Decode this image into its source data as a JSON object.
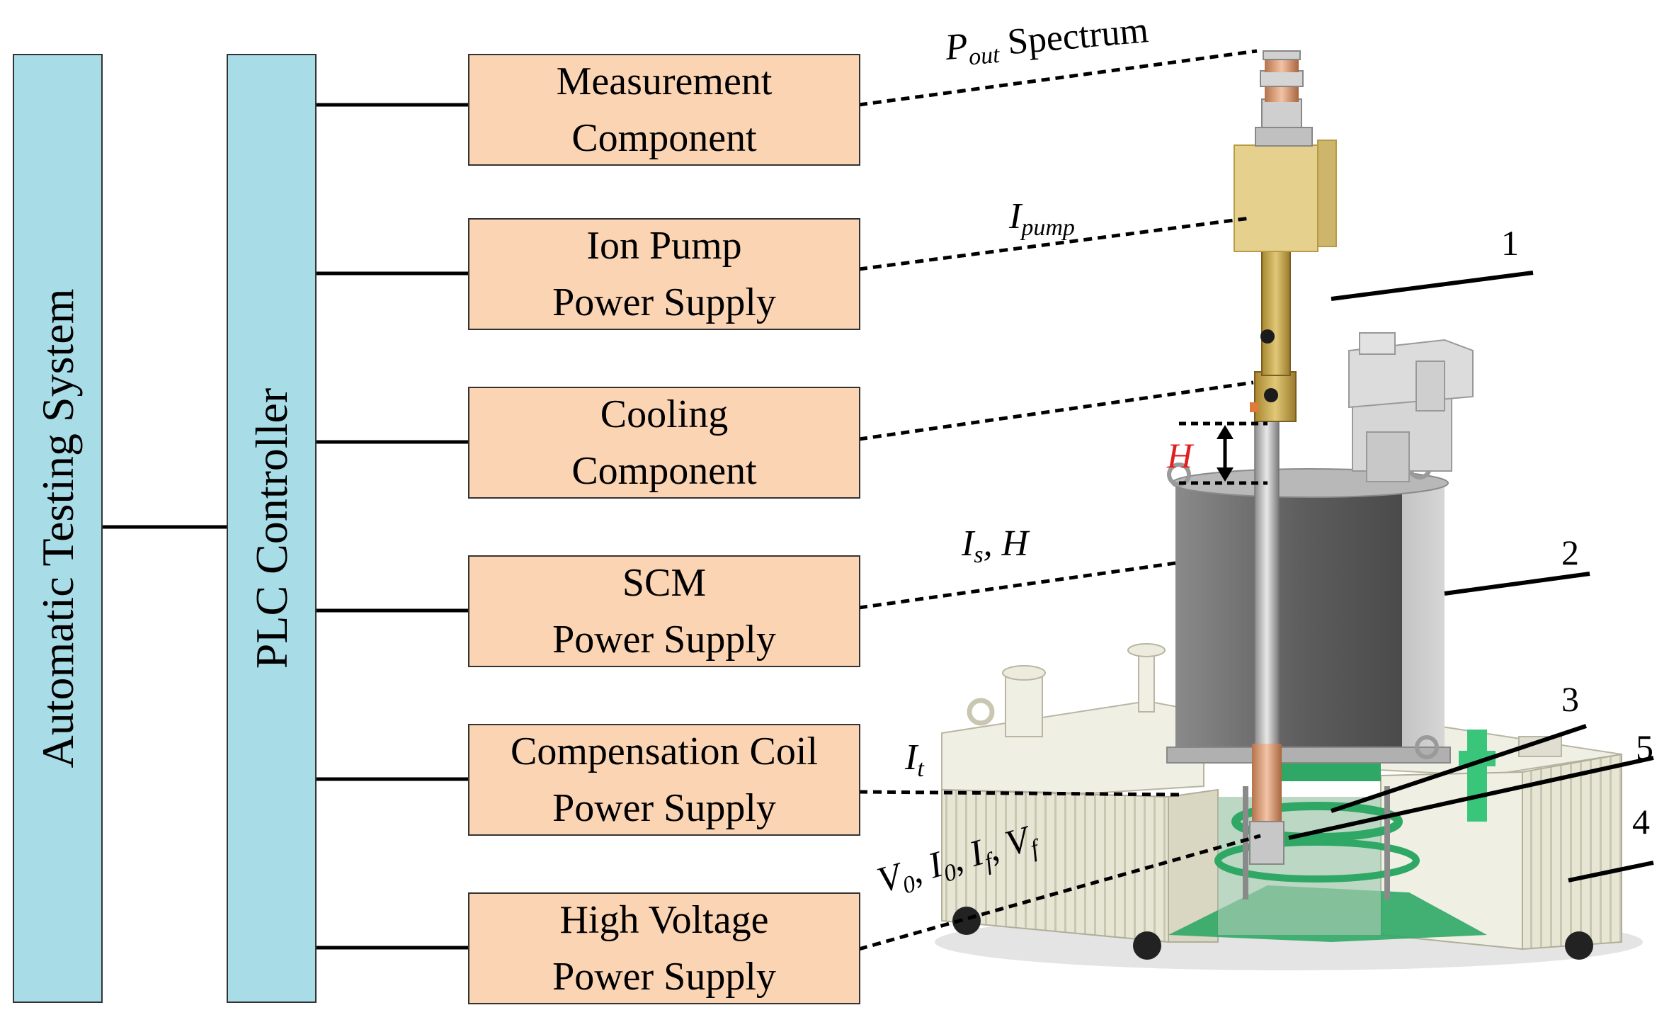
{
  "system_label": "Automatic Testing System",
  "controller_label": "PLC Controller",
  "components": [
    {
      "line1": "Measurement",
      "line2": "Component"
    },
    {
      "line1": "Ion Pump",
      "line2": "Power Supply"
    },
    {
      "line1": "Cooling",
      "line2": "Component"
    },
    {
      "line1": "SCM",
      "line2": "Power Supply"
    },
    {
      "line1": "Compensation Coil",
      "line2": "Power Supply"
    },
    {
      "line1": "High Voltage",
      "line2": "Power Supply"
    }
  ],
  "signals": {
    "pout_main": "P",
    "pout_sub": "out",
    "pout_suffix": "Spectrum",
    "ipump_main": "I",
    "ipump_sub": "pump",
    "is_main": "I",
    "is_sub": "s",
    "is_suffix": ", H",
    "it_main": "I",
    "it_sub": "t",
    "hv_v0": "V",
    "hv_v0_sub": "0",
    "hv_i0": "I",
    "hv_i0_sub": "0",
    "hv_if": "I",
    "hv_if_sub": "f",
    "hv_vf": "V",
    "hv_vf_sub": "f",
    "h_mark": "H"
  },
  "part_numbers": [
    "1",
    "2",
    "3",
    "4",
    "5"
  ],
  "colors": {
    "bar_fill": "#a8dde8",
    "box_fill": "#fbd4b4",
    "brass": "#c9a94e",
    "green": "#2fa865",
    "housing": "#e7e5d4",
    "cylinder": "#6a6a6a",
    "h_label": "#e02020"
  }
}
